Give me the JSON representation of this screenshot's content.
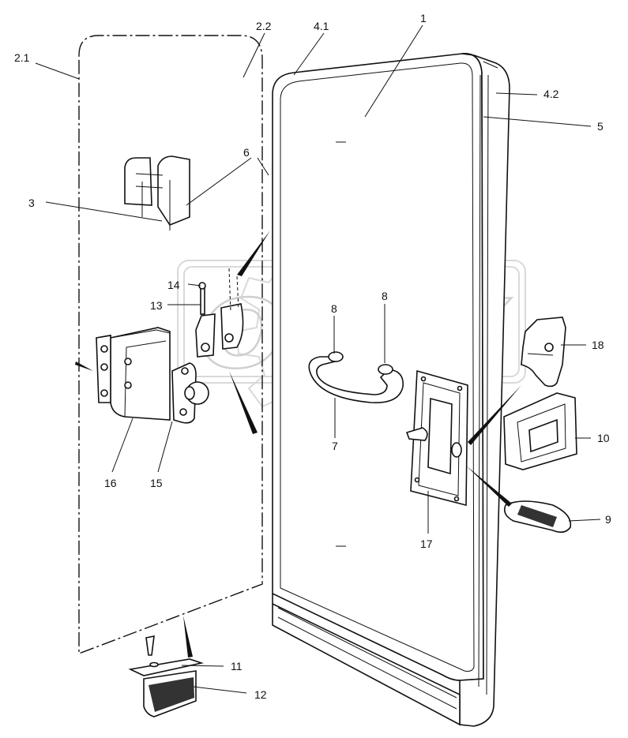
{
  "watermark": {
    "text": "OPEX"
  },
  "callouts": [
    {
      "id": "c-2-1",
      "label": "2.1"
    },
    {
      "id": "c-2-2",
      "label": "2.2"
    },
    {
      "id": "c-4-1",
      "label": "4.1"
    },
    {
      "id": "c-1",
      "label": "1"
    },
    {
      "id": "c-4-2",
      "label": "4.2"
    },
    {
      "id": "c-5",
      "label": "5"
    },
    {
      "id": "c-6",
      "label": "6"
    },
    {
      "id": "c-3",
      "label": "3"
    },
    {
      "id": "c-14",
      "label": "14"
    },
    {
      "id": "c-13",
      "label": "13"
    },
    {
      "id": "c-8a",
      "label": "8"
    },
    {
      "id": "c-8b",
      "label": "8"
    },
    {
      "id": "c-18",
      "label": "18"
    },
    {
      "id": "c-10",
      "label": "10"
    },
    {
      "id": "c-7",
      "label": "7"
    },
    {
      "id": "c-16",
      "label": "16"
    },
    {
      "id": "c-15",
      "label": "15"
    },
    {
      "id": "c-9",
      "label": "9"
    },
    {
      "id": "c-17",
      "label": "17"
    },
    {
      "id": "c-11",
      "label": "11"
    },
    {
      "id": "c-12",
      "label": "12"
    }
  ]
}
